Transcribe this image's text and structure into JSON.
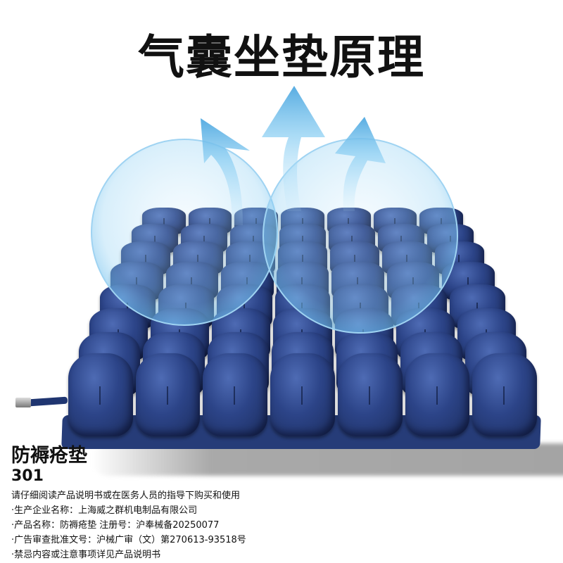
{
  "title": "气囊坐垫原理",
  "product": {
    "name": "防褥疮垫",
    "model": "301"
  },
  "notices": [
    "请仔细阅读产品说明书或在医务人员的指导下购买和使用",
    "·生产企业名称：上海威之群机电制品有限公司",
    "·产品名称：防褥疮垫 注册号：沪奉械备20250077",
    "·广告审查批准文号：沪械广审（文）第270613-93518号",
    "·禁忌内容或注意事项详见产品说明书"
  ],
  "colors": {
    "cushion": "#2c4488",
    "arrow": "#7cc4ec",
    "circle": "#9fd3f2"
  }
}
